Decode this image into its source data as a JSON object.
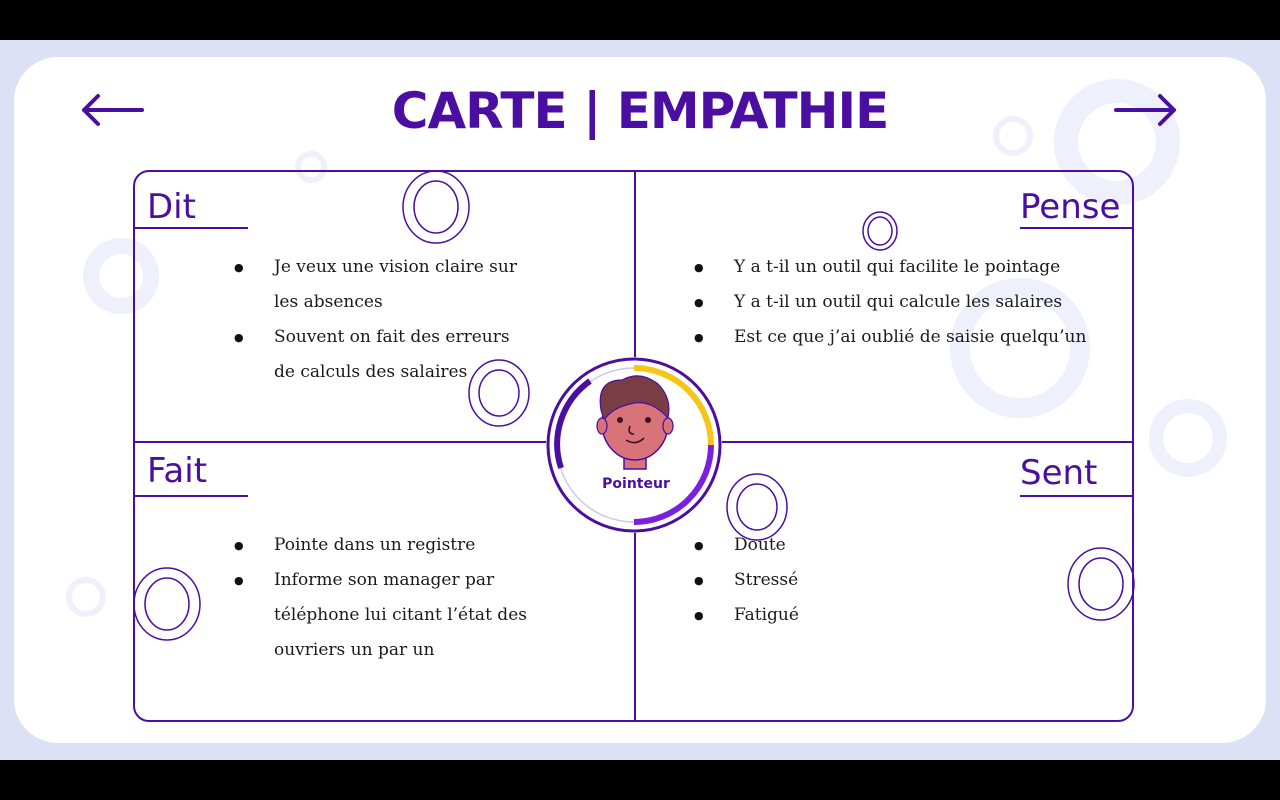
{
  "header": {
    "title": "CARTE | EMPATHIE"
  },
  "nav": {
    "prev_icon": "arrow-left-icon",
    "next_icon": "arrow-right-icon"
  },
  "quadrants": {
    "dit": {
      "label": "Dit",
      "items": [
        "Je veux une vision claire sur les absences",
        "Souvent on fait des erreurs de calculs des salaires"
      ]
    },
    "pense": {
      "label": "Pense",
      "items": [
        "Y a t-il un outil qui facilite le pointage",
        "Y a t-il un outil qui calcule les salaires",
        "Est ce que j’ai oublié de saisie quelqu’un"
      ]
    },
    "fait": {
      "label": "Fait",
      "items": [
        "Pointe dans un registre",
        "Informe son manager par téléphone lui citant l’état  des ouvriers un par un"
      ]
    },
    "sent": {
      "label": "Sent",
      "items": [
        "Doute",
        "Stressé",
        "Fatigué"
      ]
    }
  },
  "persona": {
    "label": "Pointeur",
    "icon": "persona-avatar-icon"
  },
  "colors": {
    "primary": "#4a0fa0",
    "accent": "#f5c518",
    "violet": "#7a1fe0",
    "background": "#dde1f5"
  }
}
